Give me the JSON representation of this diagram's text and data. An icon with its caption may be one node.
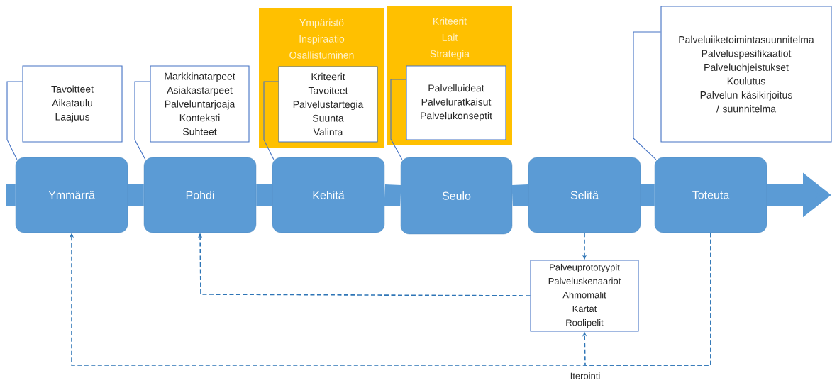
{
  "diagram": {
    "nodes": [
      {
        "text": [
          "Ymmärrä"
        ]
      },
      {
        "text": [
          "Pohdi"
        ]
      },
      {
        "text": [
          "Kehitä"
        ]
      },
      {
        "text": [
          "Seulo"
        ]
      },
      {
        "text": [
          "Selitä"
        ]
      },
      {
        "text": [
          "Toteuta"
        ]
      },
      {
        "text": [
          "Tavoitteet",
          "Aikataulu",
          "Laajuus"
        ]
      },
      {
        "text": [
          "Markkinatarpeet",
          "Asiakastarpeet",
          "Palveluntarjoaja",
          "Konteksti",
          "Suhteet"
        ]
      },
      {
        "text": [
          "Ympäristö",
          "Inspiraatio",
          "Osallistuminen"
        ]
      },
      {
        "text": [
          "Kriteerit",
          "Tavoiteet",
          "Palvelustartegia",
          "Suunta",
          "Valinta"
        ],
        "in": 8
      },
      {
        "text": [
          "Kriteerit",
          "Lait",
          "Strategia"
        ]
      },
      {
        "text": [
          "Palvelluideat",
          "Palveluratkaisut",
          "Palvelukonseptit"
        ],
        "in": 10
      },
      {
        "text": [
          "Palveluiiketoimintasuunnitelma",
          "Palveluspesifikaatiot",
          "Palveluohjeistukset",
          "Koulutus",
          "Palvelun käsikirjoitus / suunnitelma"
        ]
      },
      {
        "text": [
          "Palveuprototyypit",
          "Palveluskenaariot",
          "Ahmomalit",
          "Kartat",
          "Roolipelit"
        ]
      }
    ],
    "edges": [
      {
        "from": null,
        "to": 0,
        "arrow": "none",
        "style": "thick"
      },
      {
        "from": 0,
        "to": 1,
        "arrow": "none",
        "style": "thick"
      },
      {
        "from": 1,
        "to": 2,
        "arrow": "none",
        "style": "thick"
      },
      {
        "from": 2,
        "to": 3,
        "arrow": "none",
        "style": "thick"
      },
      {
        "from": 3,
        "to": 4,
        "arrow": "none",
        "style": "thick"
      },
      {
        "from": 4,
        "to": 5,
        "arrow": "none",
        "style": "thick"
      },
      {
        "from": 5,
        "to": null,
        "arrow": "to",
        "style": "thick"
      },
      {
        "from": 6,
        "to": 0,
        "arrow": "none",
        "color": "#4472c4"
      },
      {
        "from": 7,
        "to": 1,
        "arrow": "none",
        "color": "#4472c4"
      },
      {
        "from": 9,
        "to": 2,
        "arrow": "none",
        "color": "#4472c4"
      },
      {
        "from": 11,
        "to": 3,
        "arrow": "none",
        "color": "#4472c4"
      },
      {
        "from": 12,
        "to": 5,
        "arrow": "none",
        "color": "#4472c4"
      },
      {
        "from": 4,
        "to": 13,
        "arrow": "to",
        "style": "dashed",
        "color": "#2e75b6"
      },
      {
        "from": 13,
        "to": 1,
        "arrow": "to",
        "style": "dashed",
        "color": "#2e75b6"
      },
      {
        "from": 5,
        "to": 0,
        "arrow": "to",
        "style": "dashed",
        "color": "#2e75b6"
      },
      {
        "from": 5,
        "to": 13,
        "arrow": "to",
        "style": "dashed",
        "color": "#2e75b6"
      }
    ],
    "labels": [
      "Iterointi"
    ]
  }
}
